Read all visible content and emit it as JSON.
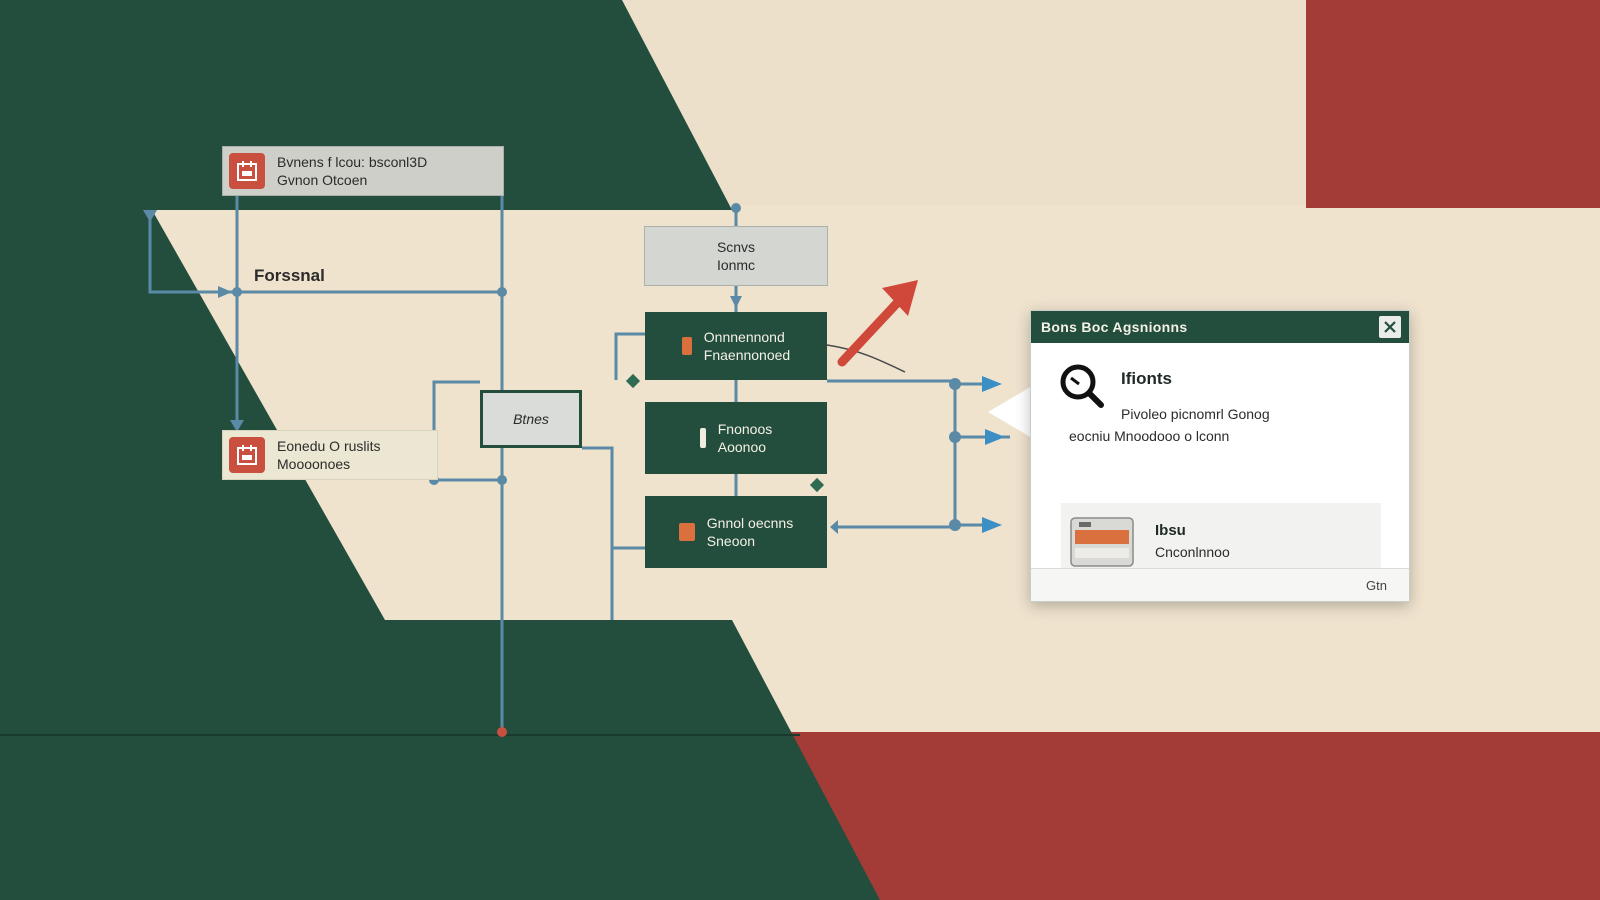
{
  "colors": {
    "green": "#234d3d",
    "cream": "#efe3ce",
    "red": "#a33b36",
    "connector": "#5b8aa6",
    "arrow": "#d0483a"
  },
  "nodes": {
    "top_left": {
      "line1": "Bvnens f lcou: bsconl3D",
      "line2": "Gvnon Otcoen",
      "icon": "calendar-icon"
    },
    "left_label": "Forssnal",
    "mid_left": {
      "line1": "Eonedu O ruslits",
      "line2": "Moooonoes",
      "icon": "calendar-icon"
    },
    "center_small": "Btnes",
    "top_center": {
      "line1": "Scnvs",
      "line2": "Ionmc"
    },
    "green1": {
      "line1": "Onnnennond",
      "line2": "Fnaennonoed"
    },
    "green2": {
      "line1": "Fnonoos",
      "line2": "Aoonoo"
    },
    "green3": {
      "line1": "Gnnol oecnns",
      "line2": "Sneoon"
    }
  },
  "dialog": {
    "title": "Bons Boc Agsnionns",
    "heading": "Ifionts",
    "line1": "Pivoleo picnomrl Gonog",
    "line2": "eocniu Mnoodooo o lconn",
    "card_title": "Ibsu",
    "card_sub": "Cnconlnnoo",
    "footer_btn": "Gtn"
  }
}
